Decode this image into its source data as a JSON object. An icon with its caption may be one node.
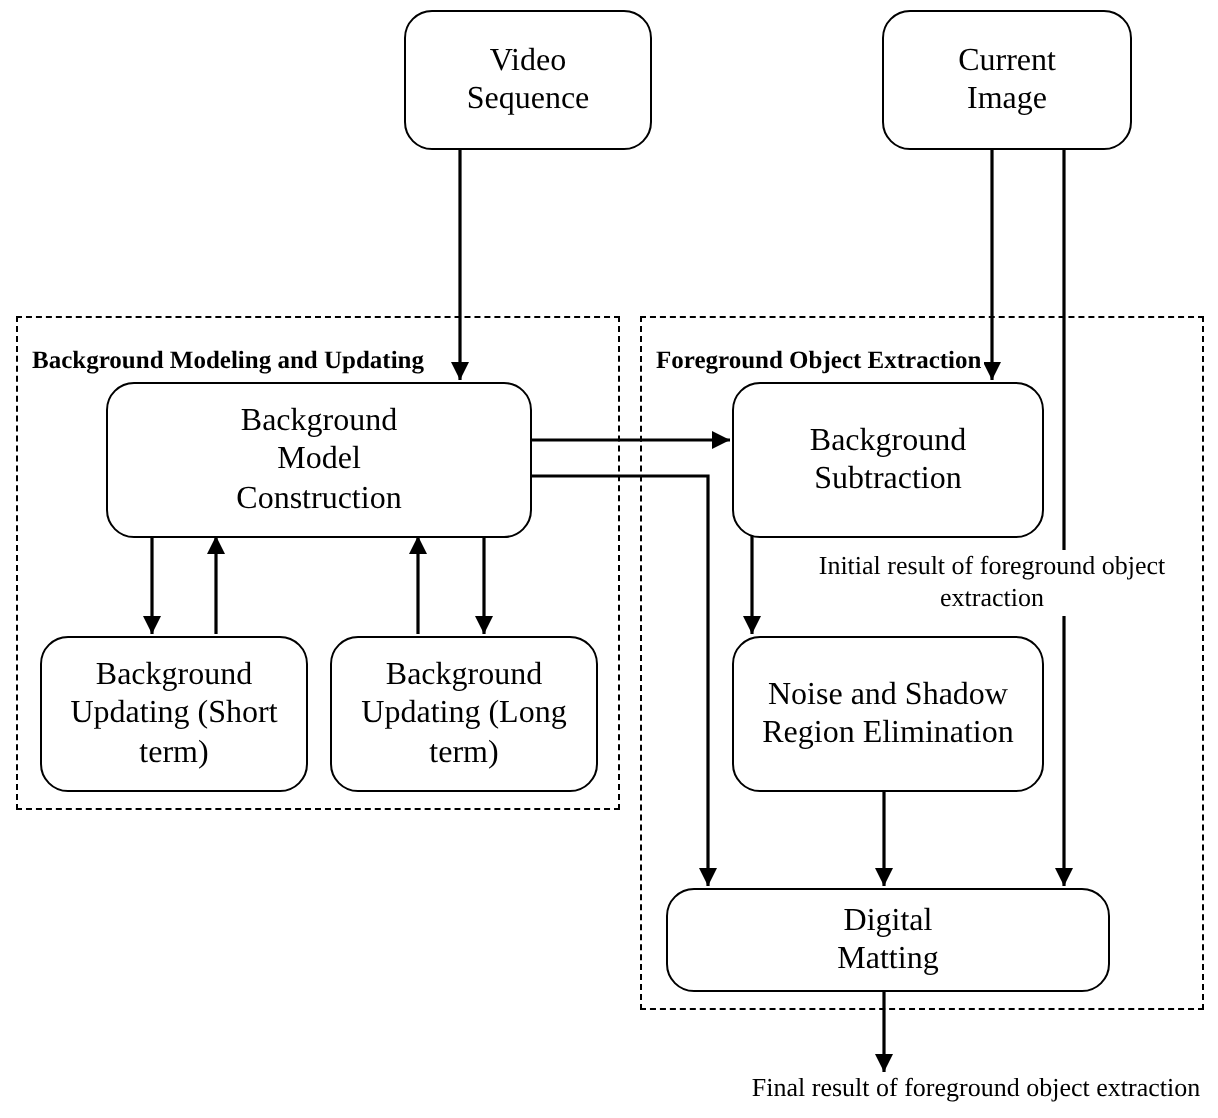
{
  "diagram": {
    "nodes": [
      {
        "text": [
          "Video Sequence"
        ]
      },
      {
        "text": [
          "Current Image"
        ]
      },
      {
        "text": [
          "Background Modeling and Updating"
        ]
      },
      {
        "text": [
          "Foreground Object Extraction"
        ]
      },
      {
        "text": [
          "Background Model Construction"
        ],
        "in": 2
      },
      {
        "text": [
          "Background Updating (Short term)"
        ],
        "in": 2
      },
      {
        "text": [
          "Background Updating (Long term)"
        ],
        "in": 2
      },
      {
        "text": [
          "Background Subtraction"
        ],
        "in": 3,
        "beside": [
          "Initial result of foreground object extraction"
        ]
      },
      {
        "text": [
          "Noise and Shadow Region Elimination"
        ],
        "in": 3
      },
      {
        "text": [
          "Digital Matting"
        ],
        "in": 3
      },
      {
        "text": [
          "Final result of foreground object extraction"
        ]
      }
    ],
    "edges": [
      {
        "from": 0,
        "to": 4,
        "arrow": "to"
      },
      {
        "from": 1,
        "to": 7,
        "arrow": "to"
      },
      {
        "from": 1,
        "to": 9,
        "arrow": "to"
      },
      {
        "from": 4,
        "to": 7,
        "arrow": "to"
      },
      {
        "from": 4,
        "to": 9,
        "arrow": "to"
      },
      {
        "from": 4,
        "to": 5,
        "arrow": "to"
      },
      {
        "from": 5,
        "to": 4,
        "arrow": "to"
      },
      {
        "from": 6,
        "to": 4,
        "arrow": "to"
      },
      {
        "from": 4,
        "to": 6,
        "arrow": "to"
      },
      {
        "from": 7,
        "to": 8,
        "arrow": "to"
      },
      {
        "from": 8,
        "to": 9,
        "arrow": "to"
      },
      {
        "from": 9,
        "to": 10,
        "arrow": "to"
      }
    ]
  }
}
